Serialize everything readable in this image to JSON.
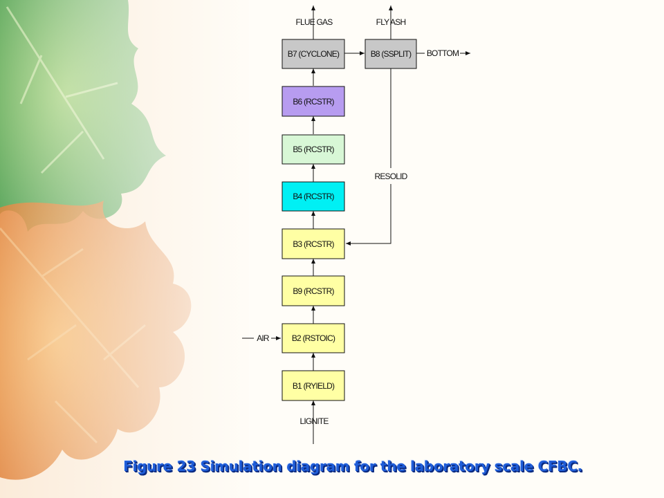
{
  "colors": {
    "gray": "#c8c8c8",
    "purple": "#b79cf0",
    "mint": "#d8f7d6",
    "cyan": "#00f0f4",
    "yellow": "#ffffa4",
    "caption": "#1f5dd8"
  },
  "blocks": {
    "b7": {
      "label": "B7 (CYCLONE)",
      "color": "gray"
    },
    "b8": {
      "label": "B8 (SSPLIT)",
      "color": "gray"
    },
    "b6": {
      "label": "B6 (RCSTR)",
      "color": "purple"
    },
    "b5": {
      "label": "B5 (RCSTR)",
      "color": "mint"
    },
    "b4": {
      "label": "B4 (RCSTR)",
      "color": "cyan"
    },
    "b3": {
      "label": "B3 (RCSTR)",
      "color": "yellow"
    },
    "b9": {
      "label": "B9 (RCSTR)",
      "color": "yellow"
    },
    "b2": {
      "label": "B2 (RSTOIC)",
      "color": "yellow"
    },
    "b1": {
      "label": "B1 (RYIELD)",
      "color": "yellow"
    }
  },
  "streams": {
    "flue_gas": "FLUE GAS",
    "fly_ash": "FLY ASH",
    "bottom": "BOTTOM",
    "resolid": "RESOLID",
    "air": "AIR",
    "lignite": "LIGNITE"
  },
  "caption": "Figure 23 Simulation diagram for the laboratory scale CFBC."
}
